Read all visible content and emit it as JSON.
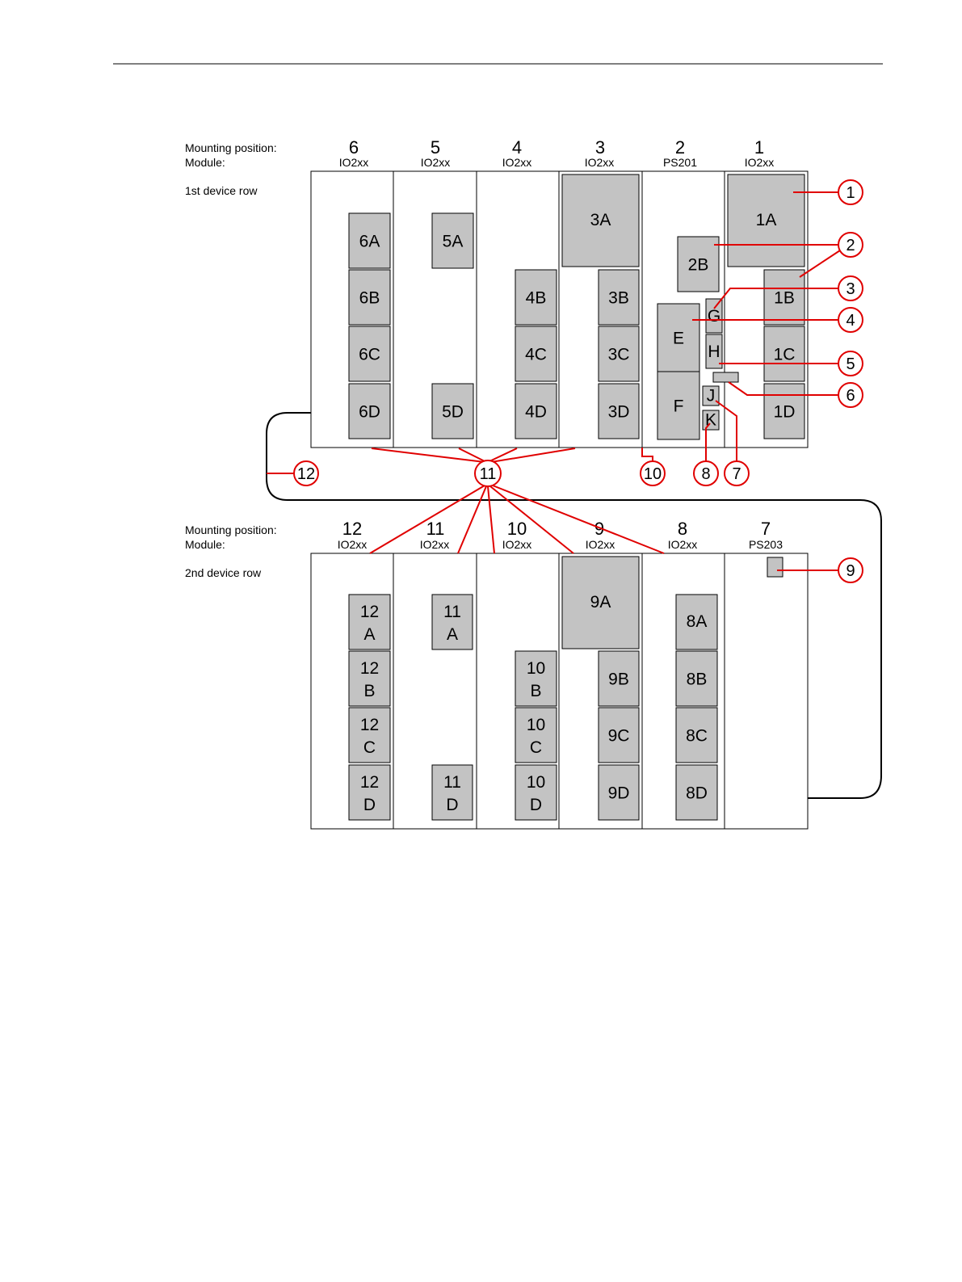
{
  "labels": {
    "mounting_position": "Mounting position:",
    "module": "Module:"
  },
  "rows": [
    {
      "name": "1st device row",
      "modules": [
        {
          "position": "6",
          "type": "IO2xx"
        },
        {
          "position": "5",
          "type": "IO2xx"
        },
        {
          "position": "4",
          "type": "IO2xx"
        },
        {
          "position": "3",
          "type": "IO2xx"
        },
        {
          "position": "2",
          "type": "PS201"
        },
        {
          "position": "1",
          "type": "IO2xx"
        }
      ]
    },
    {
      "name": "2nd device row",
      "modules": [
        {
          "position": "12",
          "type": "IO2xx"
        },
        {
          "position": "11",
          "type": "IO2xx"
        },
        {
          "position": "10",
          "type": "IO2xx"
        },
        {
          "position": "9",
          "type": "IO2xx"
        },
        {
          "position": "8",
          "type": "IO2xx"
        },
        {
          "position": "7",
          "type": "PS203"
        }
      ]
    }
  ],
  "slots": {
    "s6A": [
      "6A"
    ],
    "s6B": [
      "6B"
    ],
    "s6C": [
      "6C"
    ],
    "s6D": [
      "6D"
    ],
    "s5A": [
      "5A"
    ],
    "s5D": [
      "5D"
    ],
    "s4B": [
      "4B"
    ],
    "s4C": [
      "4C"
    ],
    "s4D": [
      "4D"
    ],
    "s3A": [
      "3A"
    ],
    "s3B": [
      "3B"
    ],
    "s3C": [
      "3C"
    ],
    "s3D": [
      "3D"
    ],
    "s2B": [
      "2B"
    ],
    "sE": [
      "E"
    ],
    "sF": [
      "F"
    ],
    "sG": [
      "G"
    ],
    "sH": [
      "H"
    ],
    "sJ": [
      "J"
    ],
    "sK": [
      "K"
    ],
    "s1A": [
      "1A"
    ],
    "s1B": [
      "1B"
    ],
    "s1C": [
      "1C"
    ],
    "s1D": [
      "1D"
    ],
    "s12A": [
      "12",
      "A"
    ],
    "s12B": [
      "12",
      "B"
    ],
    "s12C": [
      "12",
      "C"
    ],
    "s12D": [
      "12",
      "D"
    ],
    "s11A": [
      "11",
      "A"
    ],
    "s11D": [
      "11",
      "D"
    ],
    "s10B": [
      "10",
      "B"
    ],
    "s10C": [
      "10",
      "C"
    ],
    "s10D": [
      "10",
      "D"
    ],
    "s9A": [
      "9A"
    ],
    "s9B": [
      "9B"
    ],
    "s9C": [
      "9C"
    ],
    "s9D": [
      "9D"
    ],
    "s8A": [
      "8A"
    ],
    "s8B": [
      "8B"
    ],
    "s8C": [
      "8C"
    ],
    "s8D": [
      "8D"
    ]
  },
  "callouts": [
    "1",
    "2",
    "3",
    "4",
    "5",
    "6",
    "7",
    "8",
    "9",
    "10",
    "11",
    "12"
  ]
}
